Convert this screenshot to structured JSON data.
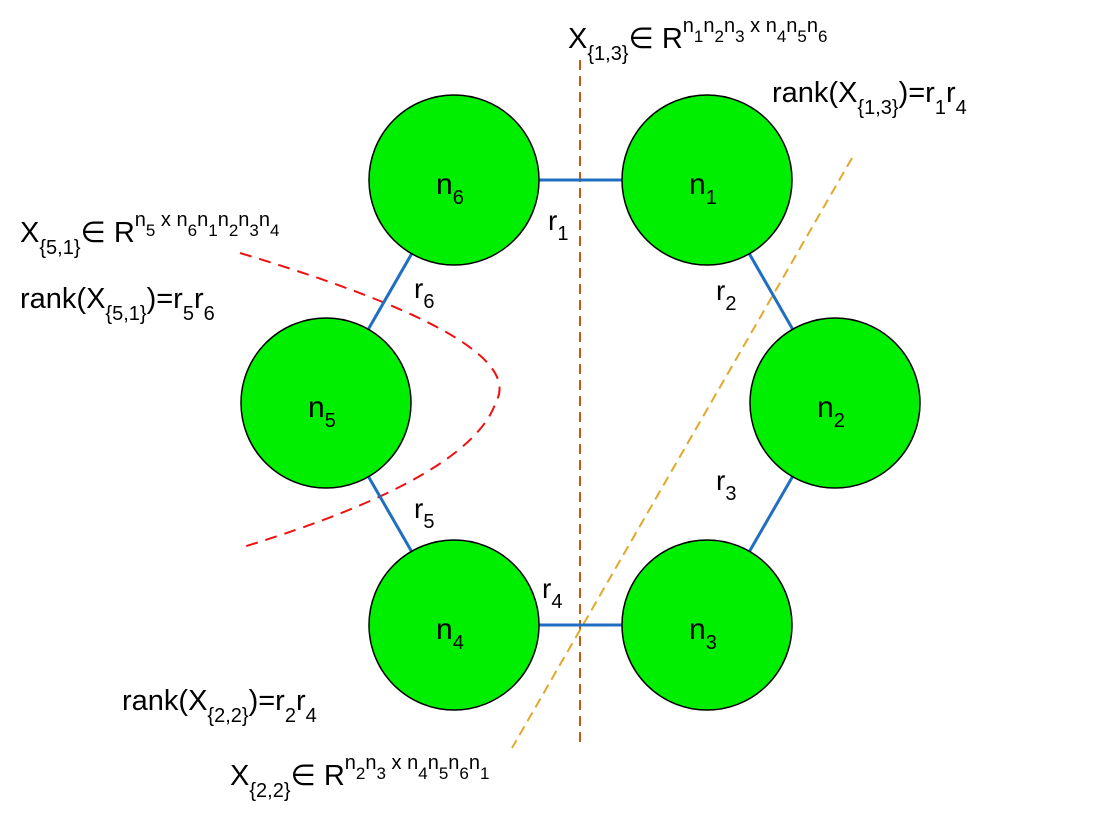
{
  "colors": {
    "node_fill": "#00ee00",
    "node_stroke": "#000000",
    "edge": "#1f6fc0",
    "cut_red": "#ee1111",
    "cut_orange": "#c85a14",
    "cut_yellow": "#e3a82a"
  },
  "nodes": [
    {
      "id": "n1",
      "base": "n",
      "sub": "1"
    },
    {
      "id": "n2",
      "base": "n",
      "sub": "2"
    },
    {
      "id": "n3",
      "base": "n",
      "sub": "3"
    },
    {
      "id": "n4",
      "base": "n",
      "sub": "4"
    },
    {
      "id": "n5",
      "base": "n",
      "sub": "5"
    },
    {
      "id": "n6",
      "base": "n",
      "sub": "6"
    }
  ],
  "edges": [
    {
      "from": "n6",
      "to": "n1",
      "base": "r",
      "sub": "1"
    },
    {
      "from": "n1",
      "to": "n2",
      "base": "r",
      "sub": "2"
    },
    {
      "from": "n2",
      "to": "n3",
      "base": "r",
      "sub": "3"
    },
    {
      "from": "n4",
      "to": "n3",
      "base": "r",
      "sub": "4"
    },
    {
      "from": "n5",
      "to": "n4",
      "base": "r",
      "sub": "5"
    },
    {
      "from": "n6",
      "to": "n5",
      "base": "r",
      "sub": "6"
    }
  ],
  "annotations": {
    "x13_space": {
      "segs": [
        {
          "t": "X"
        },
        {
          "t": "{1,3}",
          "s": "sub"
        },
        {
          "t": "∈ R"
        },
        {
          "t": "n",
          "s": "sup"
        },
        {
          "t": "1",
          "s": "supsub"
        },
        {
          "t": "n",
          "s": "sup"
        },
        {
          "t": "2",
          "s": "supsub"
        },
        {
          "t": "n",
          "s": "sup"
        },
        {
          "t": "3",
          "s": "supsub"
        },
        {
          "t": " x ",
          "s": "sup"
        },
        {
          "t": "n",
          "s": "sup"
        },
        {
          "t": "4",
          "s": "supsub"
        },
        {
          "t": "n",
          "s": "sup"
        },
        {
          "t": "5",
          "s": "supsub"
        },
        {
          "t": "n",
          "s": "sup"
        },
        {
          "t": "6",
          "s": "supsub"
        }
      ]
    },
    "x13_rank": {
      "segs": [
        {
          "t": "rank(X"
        },
        {
          "t": "{1,3}",
          "s": "sub"
        },
        {
          "t": ")=r"
        },
        {
          "t": "1",
          "s": "sub"
        },
        {
          "t": "r"
        },
        {
          "t": "4",
          "s": "sub"
        }
      ]
    },
    "x51_space": {
      "segs": [
        {
          "t": "X"
        },
        {
          "t": "{5,1}",
          "s": "sub"
        },
        {
          "t": "∈ R"
        },
        {
          "t": "n",
          "s": "sup"
        },
        {
          "t": "5",
          "s": "supsub"
        },
        {
          "t": " x ",
          "s": "sup"
        },
        {
          "t": "n",
          "s": "sup"
        },
        {
          "t": "6",
          "s": "supsub"
        },
        {
          "t": "n",
          "s": "sup"
        },
        {
          "t": "1",
          "s": "supsub"
        },
        {
          "t": "n",
          "s": "sup"
        },
        {
          "t": "2",
          "s": "supsub"
        },
        {
          "t": "n",
          "s": "sup"
        },
        {
          "t": "3",
          "s": "supsub"
        },
        {
          "t": "n",
          "s": "sup"
        },
        {
          "t": "4",
          "s": "supsub"
        }
      ]
    },
    "x51_rank": {
      "segs": [
        {
          "t": "rank(X"
        },
        {
          "t": "{5,1}",
          "s": "sub"
        },
        {
          "t": ")=r"
        },
        {
          "t": "5",
          "s": "sub"
        },
        {
          "t": "r"
        },
        {
          "t": "6",
          "s": "sub"
        }
      ]
    },
    "x22_rank": {
      "segs": [
        {
          "t": "rank(X"
        },
        {
          "t": "{2,2}",
          "s": "sub"
        },
        {
          "t": ")=r"
        },
        {
          "t": "2",
          "s": "sub"
        },
        {
          "t": "r"
        },
        {
          "t": "4",
          "s": "sub"
        }
      ]
    },
    "x22_space": {
      "segs": [
        {
          "t": "X"
        },
        {
          "t": "{2,2}",
          "s": "sub"
        },
        {
          "t": "∈ R"
        },
        {
          "t": "n",
          "s": "sup"
        },
        {
          "t": "2",
          "s": "supsub"
        },
        {
          "t": "n",
          "s": "sup"
        },
        {
          "t": "3",
          "s": "supsub"
        },
        {
          "t": " x ",
          "s": "sup"
        },
        {
          "t": "n",
          "s": "sup"
        },
        {
          "t": "4",
          "s": "supsub"
        },
        {
          "t": "n",
          "s": "sup"
        },
        {
          "t": "5",
          "s": "supsub"
        },
        {
          "t": "n",
          "s": "sup"
        },
        {
          "t": "6",
          "s": "supsub"
        },
        {
          "t": "n",
          "s": "sup"
        },
        {
          "t": "1",
          "s": "supsub"
        }
      ]
    }
  }
}
